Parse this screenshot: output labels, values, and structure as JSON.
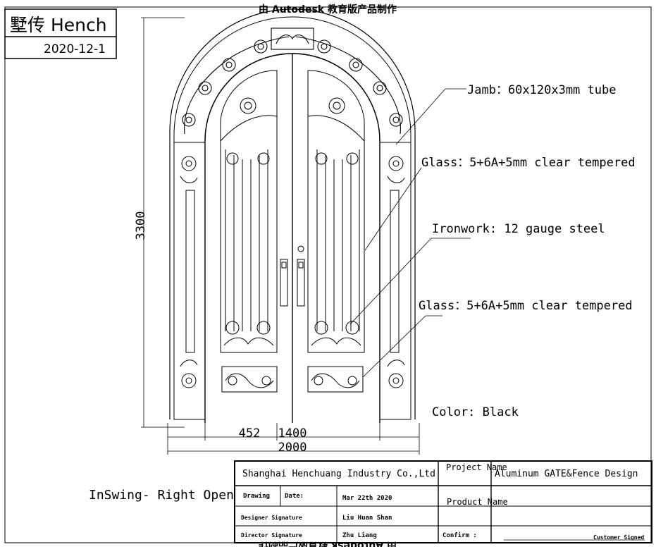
{
  "watermark": {
    "top": "由 Autodesk 教育版产品制作",
    "bottom": "由 Autodesk 教育版产品制作"
  },
  "brand": {
    "name": "墅传 Hench",
    "date": "2020-12-1"
  },
  "dimensions": {
    "height": "3300",
    "sidelite_width": "452",
    "door_width": "1400",
    "total_width": "2000"
  },
  "callouts": {
    "jamb": "Jamb：60x120x3mm tube",
    "glass_upper": "Glass：5+6A+5mm clear tempered",
    "ironwork": "Ironwork: 12 gauge steel",
    "glass_lower": "Glass：5+6A+5mm clear tempered",
    "color": "Color: Black"
  },
  "swing_note": "InSwing- Right Open",
  "title_block": {
    "company": "Shanghai Henchuang Industry Co.,Ltd",
    "project_label": "Project Name",
    "project_value": "Aluminum  GATE&Fence Design",
    "drawing_label": "Drawing",
    "date_label": "Date:",
    "date_value": "Mar 22th 2020",
    "product_label": "Product Name",
    "designer_label": "Designer Signature",
    "designer_value": "Liu Huan Shan",
    "director_label": "Director Signature",
    "director_value": "Zhu Liang",
    "confirm_label": "Confirm :",
    "customer_label": "Customer Signed"
  }
}
